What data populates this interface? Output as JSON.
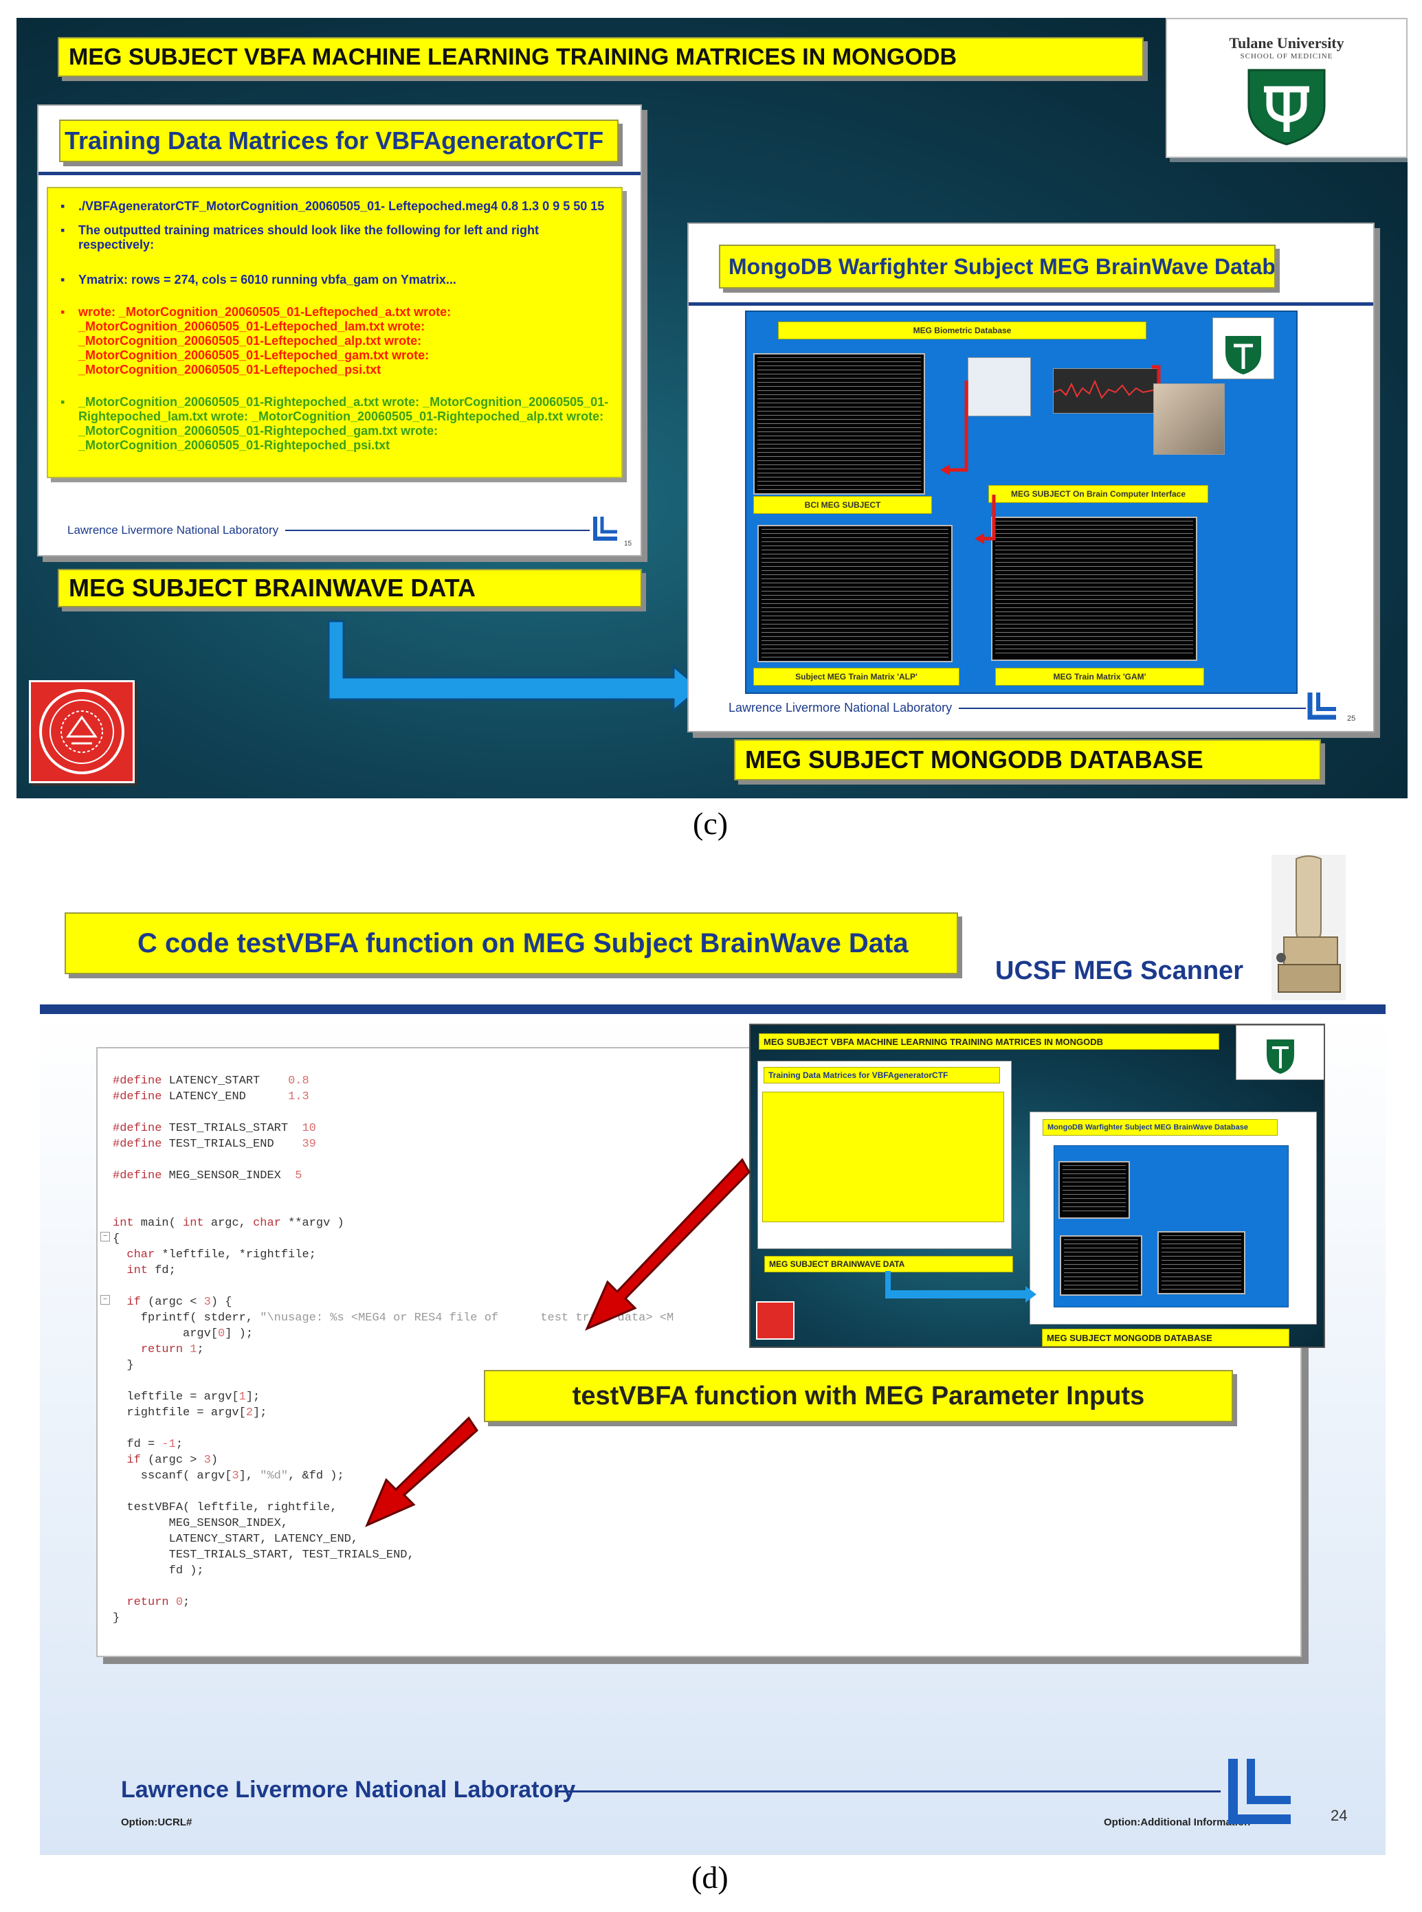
{
  "panel_c": {
    "title": "MEG SUBJECT VBFA MACHINE LEARNING TRAINING MATRICES IN MONGODB",
    "tulane": {
      "name": "Tulane University",
      "school": "SCHOOL OF MEDICINE"
    },
    "training_slide": {
      "title": "Training Data Matrices for VBFAgeneratorCTF",
      "bullets": [
        {
          "text": "./VBFAgeneratorCTF_MotorCognition_20060505_01- Leftepoched.meg4 0.8 1.3 0 9 5 50 15",
          "color": "blue"
        },
        {
          "text": "The outputted training matrices should look like the following for left and right respectively:",
          "color": "blue"
        },
        {
          "text": "Ymatrix: rows = 274, cols = 6010 running vbfa_gam on Ymatrix...",
          "color": "blue"
        },
        {
          "text": "wrote: _MotorCognition_20060505_01-Leftepoched_a.txt wrote: _MotorCognition_20060505_01-Leftepoched_lam.txt wrote: _MotorCognition_20060505_01-Leftepoched_alp.txt wrote: _MotorCognition_20060505_01-Leftepoched_gam.txt wrote: _MotorCognition_20060505_01-Leftepoched_psi.txt",
          "color": "red"
        },
        {
          "text": "_MotorCognition_20060505_01-Rightepoched_a.txt wrote: _MotorCognition_20060505_01-Rightepoched_lam.txt wrote: _MotorCognition_20060505_01-Rightepoched_alp.txt wrote: _MotorCognition_20060505_01-Rightepoched_gam.txt wrote: _MotorCognition_20060505_01-Rightepoched_psi.txt",
          "color": "green"
        }
      ],
      "footer": "Lawrence Livermore National Laboratory",
      "page": "15"
    },
    "brainwave_label": "MEG SUBJECT BRAINWAVE  DATA",
    "mongo_slide": {
      "title": "MongoDB Warfighter Subject MEG BrainWave Database",
      "inner_labels": {
        "database": "MEG Biometric Database",
        "bci_subject": "BCI MEG SUBJECT",
        "bci_interface": "MEG SUBJECT On Brain Computer Interface",
        "matrix_alp": "Subject MEG Train Matrix 'ALP'",
        "matrix_gam": "MEG Train Matrix 'GAM'"
      },
      "footer": "Lawrence Livermore National Laboratory",
      "page": "25"
    },
    "mongo_label": "MEG SUBJECT MONGODB DATABASE",
    "caption": "(c)"
  },
  "panel_d": {
    "title": "C code testVBFA function on  MEG Subject BrainWave Data",
    "scanner_label": "UCSF MEG Scanner",
    "params_label": "testVBFA function with MEG Parameter Inputs",
    "code_lines": [
      {
        "html": "<span class=\"pp\">#define</span> LATENCY_START    <span class=\"num\">0.8</span>"
      },
      {
        "html": "<span class=\"pp\">#define</span> LATENCY_END      <span class=\"num\">1.3</span>"
      },
      {
        "html": ""
      },
      {
        "html": "<span class=\"pp\">#define</span> TEST_TRIALS_START  <span class=\"num\">10</span>"
      },
      {
        "html": "<span class=\"pp\">#define</span> TEST_TRIALS_END    <span class=\"num\">39</span>"
      },
      {
        "html": ""
      },
      {
        "html": "<span class=\"pp\">#define</span> MEG_SENSOR_INDEX  <span class=\"num\">5</span>"
      },
      {
        "html": ""
      },
      {
        "html": ""
      },
      {
        "html": "<span class=\"kw\">int</span> main( <span class=\"kw\">int</span> argc, <span class=\"kw\">char</span> **argv )"
      },
      {
        "html": "{"
      },
      {
        "html": "  <span class=\"kw\">char</span> *leftfile, *rightfile;"
      },
      {
        "html": "  <span class=\"kw\">int</span> fd;"
      },
      {
        "html": ""
      },
      {
        "html": "  <span class=\"kw\">if</span> (argc &lt; <span class=\"num\">3</span>) {"
      },
      {
        "html": "    fprintf( stderr, <span class=\"str\">\"\\nusage: %s &lt;MEG4 or RES4 file of      test trial data&gt; &lt;M</span>"
      },
      {
        "html": "          argv[<span class=\"num\">0</span>] );"
      },
      {
        "html": "    <span class=\"kw\">return</span> <span class=\"num\">1</span>;"
      },
      {
        "html": "  }"
      },
      {
        "html": ""
      },
      {
        "html": "  leftfile = argv[<span class=\"num\">1</span>];"
      },
      {
        "html": "  rightfile = argv[<span class=\"num\">2</span>];"
      },
      {
        "html": ""
      },
      {
        "html": "  fd = <span class=\"num\">-1</span>;"
      },
      {
        "html": "  <span class=\"kw\">if</span> (argc &gt; <span class=\"num\">3</span>)"
      },
      {
        "html": "    sscanf( argv[<span class=\"num\">3</span>], <span class=\"str\">\"%d\"</span>, &amp;fd );"
      },
      {
        "html": ""
      },
      {
        "html": "  testVBFA( leftfile, rightfile,"
      },
      {
        "html": "        MEG_SENSOR_INDEX,"
      },
      {
        "html": "        LATENCY_START, LATENCY_END,"
      },
      {
        "html": "        TEST_TRIALS_START, TEST_TRIALS_END,"
      },
      {
        "html": "        fd );"
      },
      {
        "html": ""
      },
      {
        "html": "  <span class=\"kw\">return</span> <span class=\"num\">0</span>;"
      },
      {
        "html": "}"
      }
    ],
    "thumb": {
      "title": "MEG SUBJECT VBFA MACHINE LEARNING TRAINING MATRICES IN MONGODB",
      "train_title": "Training Data Matrices for VBFAgeneratorCTF",
      "mongo_title": "MongoDB Warfighter Subject MEG BrainWave Database",
      "brainwave": "MEG SUBJECT BRAINWAVE  DATA",
      "mongo_label": "MEG SUBJECT MONGODB DATABASE"
    },
    "footer": {
      "lab": "Lawrence Livermore National Laboratory",
      "option_left": "Option:UCRL#",
      "option_right": "Option:Additional Information",
      "page": "24"
    },
    "caption": "(d)"
  },
  "colors": {
    "yellow": "#ffff00",
    "navy": "#1b3a8c",
    "teal_bg": "#0f3f52",
    "arrow_red": "#d40000",
    "arrow_blue": "#1e9be6"
  }
}
